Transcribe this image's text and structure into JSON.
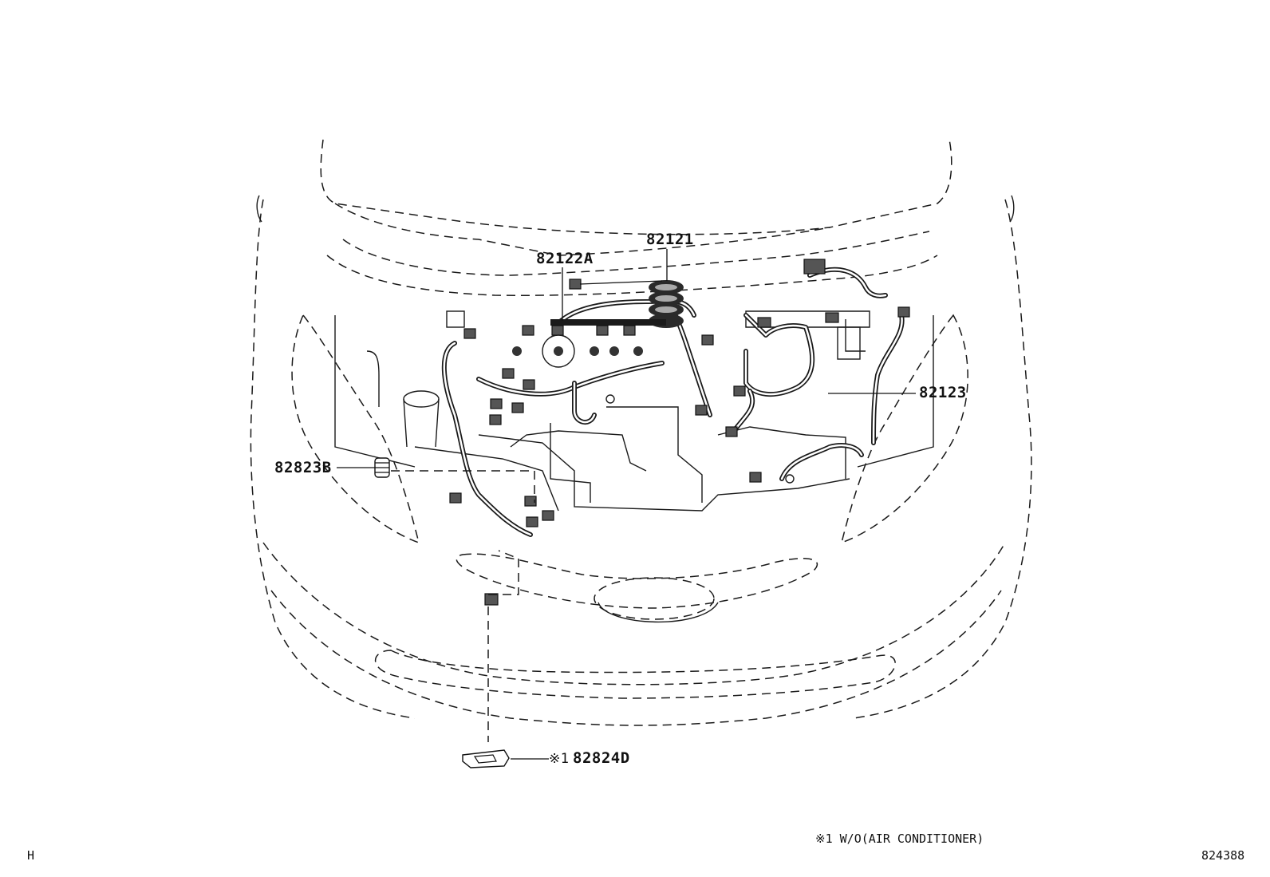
{
  "callouts": {
    "harness_82121": "82121",
    "harness_82122a": "82122A",
    "harness_82123": "82123",
    "part_82823b": "82823B",
    "part_82824d": "82824D",
    "part_82824d_mark": "※1"
  },
  "footnote": "※1 W/O(AIR CONDITIONER)",
  "corner_left": "H",
  "illustration_number": "824388"
}
